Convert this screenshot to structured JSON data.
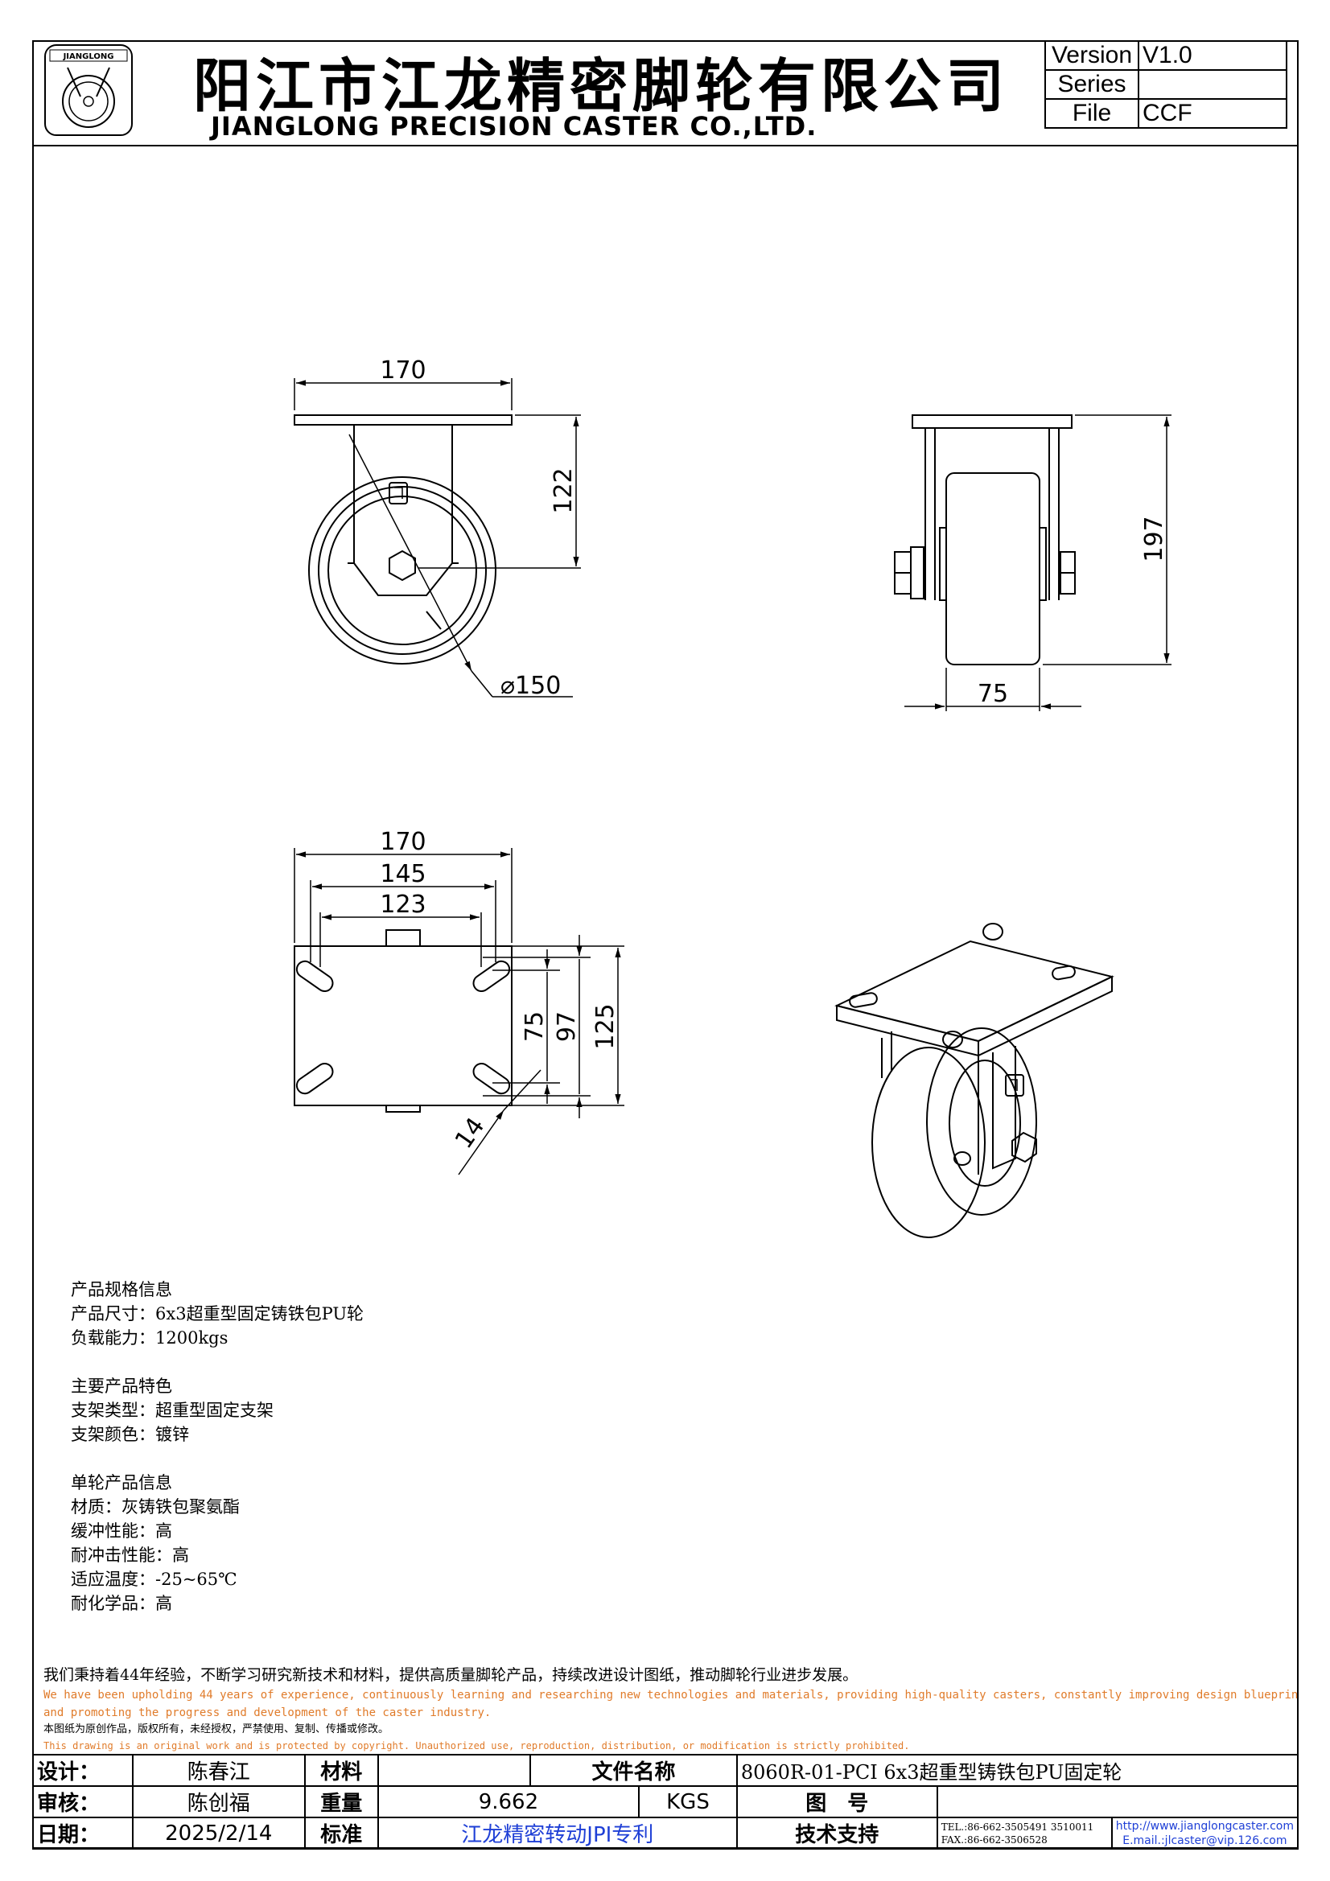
{
  "header": {
    "logo_text": "JIANGLONG",
    "company_cn": "阳江市江龙精密脚轮有限公司",
    "company_en": "JIANGLONG PRECISION CASTER CO.,LTD.",
    "version_label": "Version",
    "version_value": "V1.0",
    "series_label": "Series",
    "series_value": "",
    "file_label": "File",
    "file_value": "CCF"
  },
  "dimensions": {
    "front_width": "170",
    "front_height": "122",
    "wheel_diameter": "⌀150",
    "side_height": "197",
    "side_width": "75",
    "plate_170": "170",
    "plate_145": "145",
    "plate_123": "123",
    "plate_75": "75",
    "plate_97": "97",
    "plate_125": "125",
    "slot_14": "14"
  },
  "spec": {
    "section1_title": "产品规格信息",
    "size": "产品尺寸：6x3超重型固定铸铁包PU轮",
    "load": "负载能力：1200kgs",
    "section2_title": "主要产品特色",
    "bracket_type": "支架类型：超重型固定支架",
    "bracket_color": "支架颜色：镀锌",
    "section3_title": "单轮产品信息",
    "material": "材质：灰铸铁包聚氨酯",
    "cushion": "缓冲性能：高",
    "impact": "耐冲击性能：高",
    "temperature": "适应温度：-25~65℃",
    "chemical": "耐化学品：高"
  },
  "statement": {
    "cn_commit": "我们秉持着44年经验，不断学习研究新技术和材料，提供高质量脚轮产品，持续改进设计图纸，推动脚轮行业进步发展。",
    "en_commit_1": "We have been upholding 44 years of experience, continuously learning and researching new technologies and materials, providing high-quality casters, constantly improving design blueprints,",
    "en_commit_2": "and promoting the progress and development of the caster industry.",
    "cn_copyright": "本图纸为原创作品，版权所有，未经授权，严禁使用、复制、传播或修改。",
    "en_copyright": "This drawing is an original work and is protected by copyright. Unauthorized use, reproduction, distribution, or modification is strictly prohibited."
  },
  "title_block": {
    "design_label": "设计：",
    "designer": "陈春江",
    "material_label": "材料",
    "material_value": "",
    "filename_label": "文件名称",
    "filename_value": "8060R-01-PCI 6x3超重型铸铁包PU固定轮",
    "review_label": "审核：",
    "reviewer": "陈创福",
    "weight_label": "重量",
    "weight_value": "9.662",
    "weight_unit": "KGS",
    "drawing_no_label": "图　号",
    "drawing_no_value": "",
    "date_label": "日期：",
    "date_value": "2025/2/14",
    "standard_label": "标准",
    "standard_value": "江龙精密转动JPI专利",
    "support_label": "技术支持",
    "tel": "TEL.:86-662-3505491 3510011",
    "fax": "FAX.:86-662-3506528",
    "website": "http://www.jianglongcaster.com",
    "email": "E.mail.:jlcaster@vip.126.com"
  },
  "colors": {
    "line": "#000000",
    "orange_text": "#e07b2a",
    "blue_text": "#1e3fd6"
  }
}
